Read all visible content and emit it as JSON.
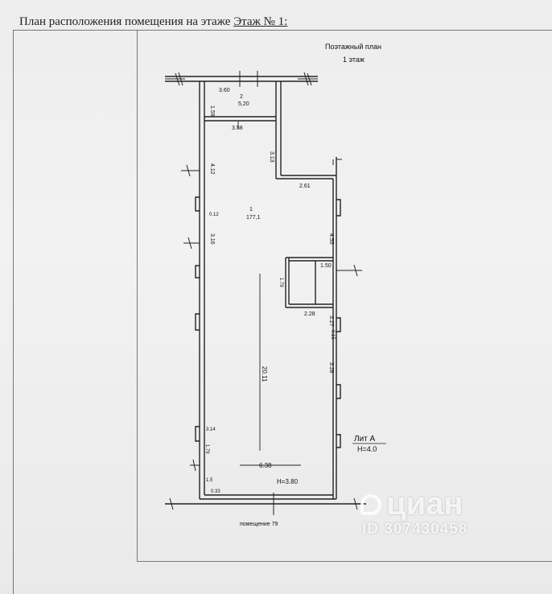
{
  "header": {
    "prefix": "План расположения помещения на этаже",
    "floor_link": "Этаж № 1:"
  },
  "plan": {
    "title": "Поэтажный план",
    "subtitle": "1 этаж",
    "lit": "Лит А",
    "lit_height": "H=4.0",
    "room_height": "H=3.80",
    "bottom_caption": "помещение 79",
    "room_label": "1",
    "room_area": "177,1",
    "vestibule_label": "2",
    "vestibule_area": "5,20",
    "dims": {
      "d_3_60": "3.60",
      "d_1_59": "1.59",
      "d_3_58": "3.58",
      "d_3_13": "3.13",
      "d_4_12": "4.12",
      "d_2_61": "2.61",
      "d_0_12": "0.12",
      "d_3_16": "3.16",
      "d_4_55": "4.55",
      "d_1_50": "1.50",
      "d_1_79": "1.79",
      "d_2_28": "2.28",
      "d_3_27": "3.27",
      "d_20_11": "20.11",
      "d_3_28": "3.28",
      "d_0_15": "0.15",
      "d_3_14": "3.14",
      "d_6_38": "6.38",
      "d_1_5": "1.5",
      "d_0_33": "0.33",
      "d_1_79b": "1.79"
    }
  },
  "watermark": {
    "brand": "циан",
    "id": "ID 307430458"
  }
}
